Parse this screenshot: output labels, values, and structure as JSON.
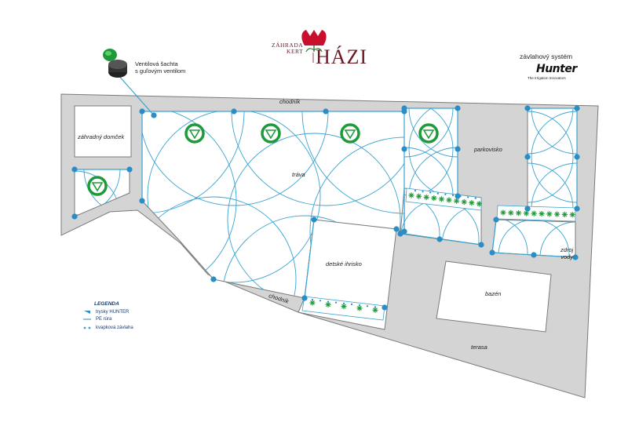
{
  "brand": {
    "line1": "ZÁHRADA",
    "line2": "KERT",
    "name": "HÁZI"
  },
  "irrigation": {
    "title": "závlahový systém",
    "maker": "Hunter",
    "maker_tagline": "The Irrigation Innovators"
  },
  "valve_box": {
    "line1": "Ventilová šachta",
    "line2": "s guľovým ventilom"
  },
  "areas": {
    "sidewalk_top": "chodník",
    "sidewalk_bottom": "chodník",
    "garden_house": "záhradný domček",
    "lawn": "tráva",
    "parking": "parkovisko",
    "playground": "detské ihrisko",
    "pool": "bazén",
    "terrace": "terasa",
    "water_source_line1": "zdroj",
    "water_source_line2": "vody"
  },
  "legend": {
    "title": "LEGENDA",
    "items": [
      {
        "symbol": "nozzle",
        "label": "trysky HUNTER"
      },
      {
        "symbol": "pipe",
        "label": "PE rúra"
      },
      {
        "symbol": "drip",
        "label": "kvapková závlaha"
      }
    ]
  },
  "colors": {
    "ground": "#d4d4d4",
    "outline": "#7a7a7a",
    "pipe": "#3aa3d2",
    "nozzle": "#2a8ec6",
    "valve_green": "#1f9a3a",
    "brand_red": "#c8102e"
  }
}
